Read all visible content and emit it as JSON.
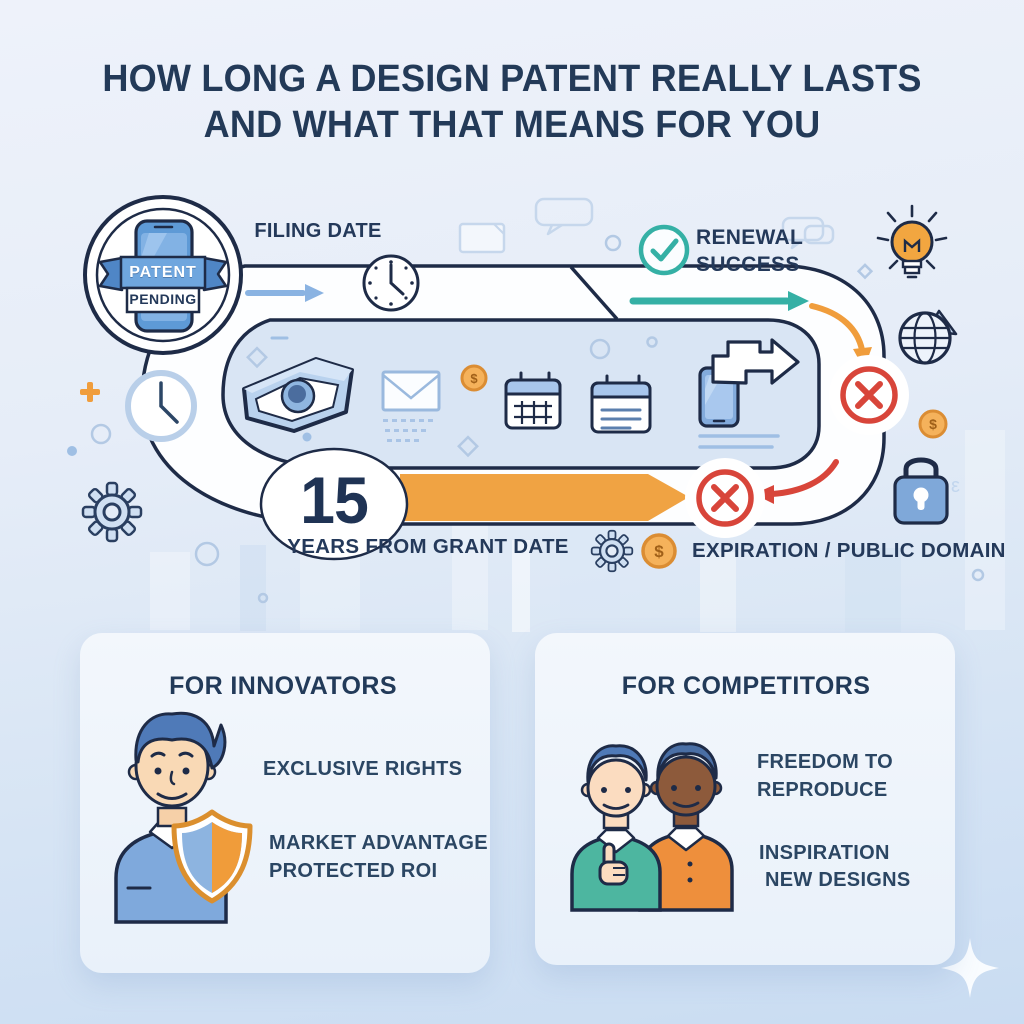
{
  "title": {
    "line1": "HOW LONG A DESIGN PATENT REALLY LASTS",
    "line2": "AND WHAT THAT MEANS FOR YOU"
  },
  "timeline": {
    "badge": {
      "top": "PATENT",
      "bottom": "PENDING"
    },
    "filing_label": "FILING DATE",
    "renewal": {
      "line1": "RENEWAL",
      "line2": "SUCCESS"
    },
    "duration": {
      "number": "15",
      "label": "YEARS FROM GRANT DATE"
    },
    "expiration_label": "EXPIRATION / PUBLIC DOMAIN"
  },
  "cards": [
    {
      "title": "FOR INNOVATORS",
      "points": [
        "EXCLUSIVE RIGHTS",
        "MARKET ADVANTAGE",
        "PROTECTED ROI"
      ]
    },
    {
      "title": "FOR COMPETITORS",
      "points": [
        "FREEDOM TO",
        "REPRODUCE",
        "INSPIRATION",
        "NEW DESIGNS"
      ]
    }
  ],
  "glyphs": {
    "dollar": "$",
    "squiggle": "ε"
  },
  "icons": {
    "patent-pending-phone-badge": "smartphone in double circle with ribbon",
    "clock-icon": "analog clock",
    "arrow-right-icon": "straight arrow",
    "check-circle-icon": "teal circled checkmark",
    "x-circle-icon": "red circled X",
    "curved-arrow-icon": "curved arrow",
    "eye-camera-icon": "keystone viewfinder with eye",
    "envelope-icon": "mail envelope with text dashes",
    "dollar-coin-icon": "coin with dollar sign",
    "calendar-grid-icon": "calendar with grid",
    "calendar-lines-icon": "calendar with lines",
    "phone-transfer-icon": "phone with stepped block arrow",
    "gear-icon": "cog wheel",
    "lightbulb-icon": "glowing bulb",
    "globe-icon": "wire globe with triangle",
    "lock-icon": "padlock",
    "shield-person-icon": "innovator holding half blue half orange shield",
    "thumbs-up-people-icon": "two competitors, one thumbs up",
    "speech-bubble-icon": "chat bubble outline",
    "document-icon": "page outline",
    "sparkle-icon": "four point star"
  },
  "colors": {
    "navy_text": "#24395a",
    "outline": "#1e2b47",
    "blue": "#5e9ad6",
    "light_blue_arrow": "#8ab3e2",
    "teal": "#35b0a5",
    "orange": "#f0a343",
    "red": "#d8453a",
    "track_inner": "#d9e5f4",
    "bg_top": "#eef2fa",
    "bg_bottom": "#c9dcf2",
    "card_bg": "#eff5fc"
  }
}
